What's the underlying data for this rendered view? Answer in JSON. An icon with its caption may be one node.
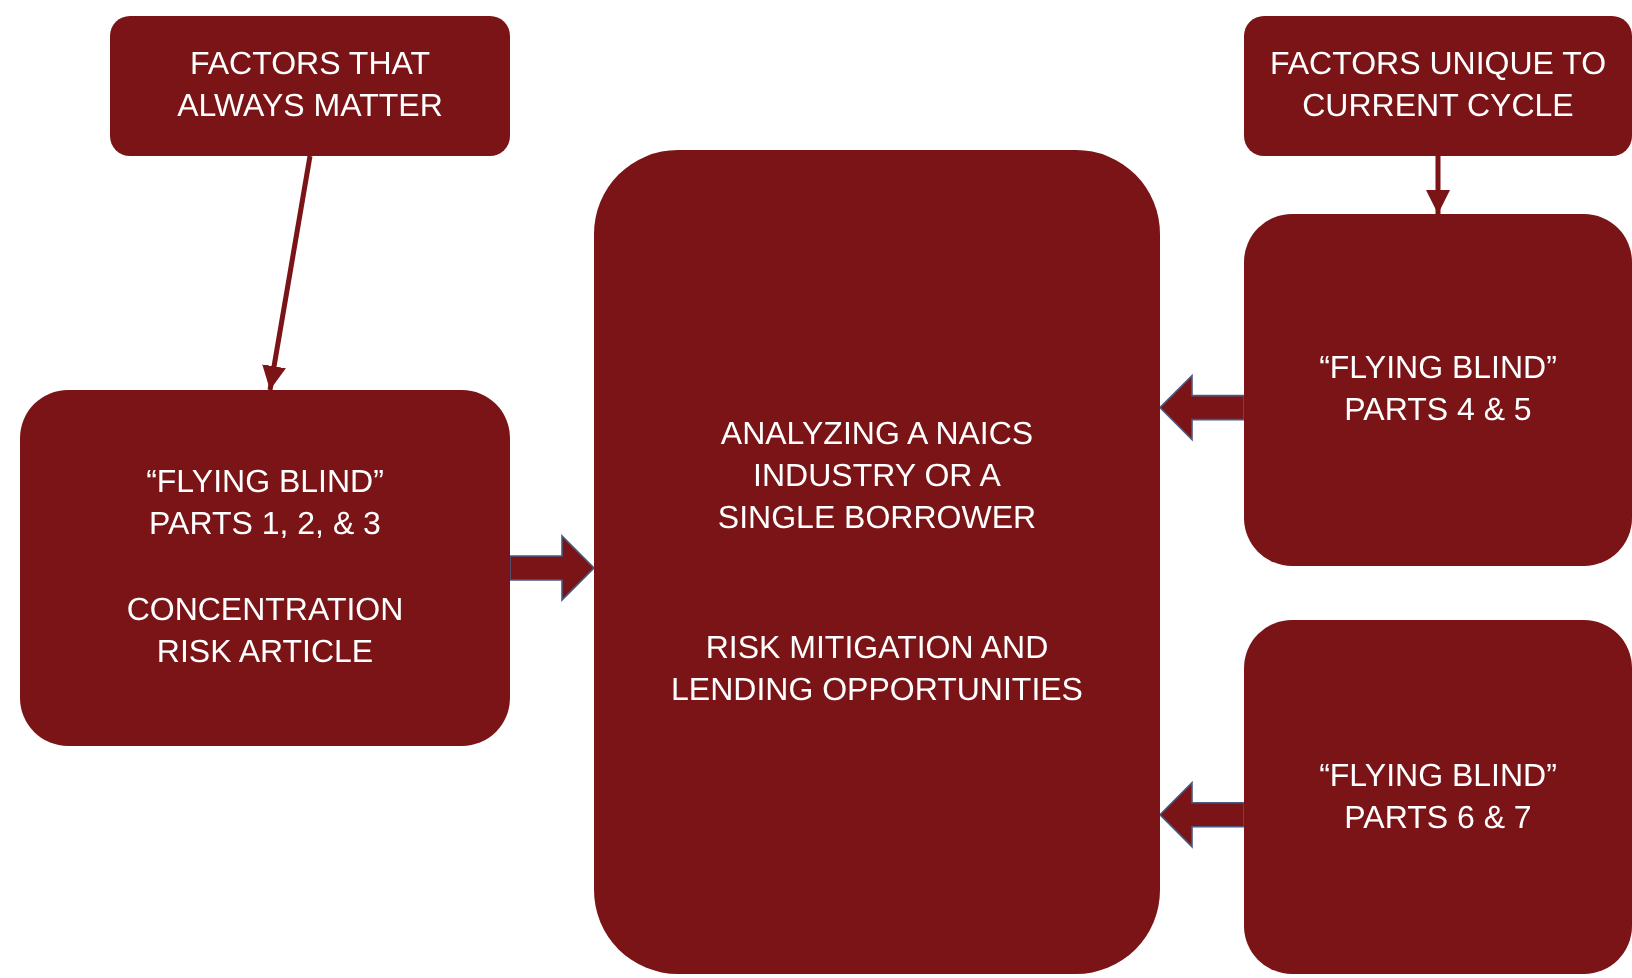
{
  "diagram": {
    "nodes": [
      {
        "text": [
          "FACTORS THAT ALWAYS MATTER"
        ]
      },
      {
        "text": [
          "FACTORS UNIQUE TO CURRENT CYCLE"
        ]
      },
      {
        "text": [
          "“FLYING BLIND” PARTS 1, 2, & 3",
          "CONCENTRATION RISK ARTICLE"
        ]
      },
      {
        "text": [
          "ANALYZING A NAICS INDUSTRY OR A SINGLE BORROWER",
          "RISK MITIGATION AND LENDING OPPORTUNITIES"
        ]
      },
      {
        "text": [
          "“FLYING BLIND” PARTS 4 & 5"
        ]
      },
      {
        "text": [
          "“FLYING BLIND” PARTS 6 & 7"
        ]
      }
    ],
    "edges": [
      {
        "from": 0,
        "to": 2,
        "arrow": "to"
      },
      {
        "from": 1,
        "to": 4,
        "arrow": "to"
      },
      {
        "from": 2,
        "to": 3,
        "arrow": "to"
      },
      {
        "from": 4,
        "to": 3,
        "arrow": "to"
      },
      {
        "from": 5,
        "to": 3,
        "arrow": "to"
      }
    ]
  }
}
